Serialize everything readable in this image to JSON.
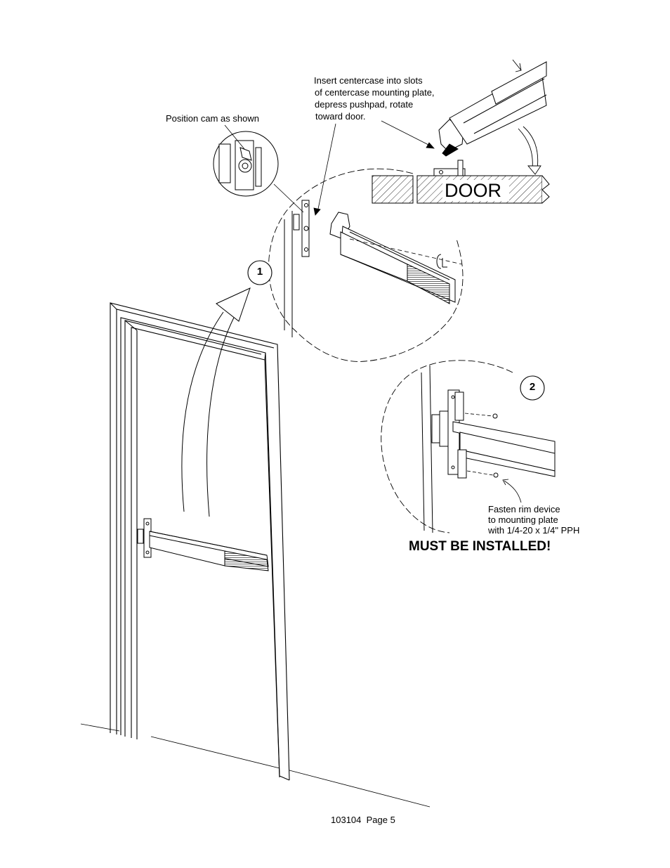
{
  "callouts": {
    "position_cam": "Position cam as shown",
    "insert_line1": "Insert centercase into slots",
    "insert_line2": "of centercase mounting plate,",
    "insert_line3": "depress pushpad, rotate",
    "insert_line4": "toward door.",
    "door_label": "DOOR",
    "step1": "1",
    "step2": "2",
    "fasten_line1": "Fasten rim device",
    "fasten_line2": "to mounting plate",
    "fasten_line3": "with 1/4-20 x 1/4\" PPH",
    "warning": "MUST BE INSTALLED!"
  },
  "footer": {
    "page_label": "103104  Page 5"
  }
}
